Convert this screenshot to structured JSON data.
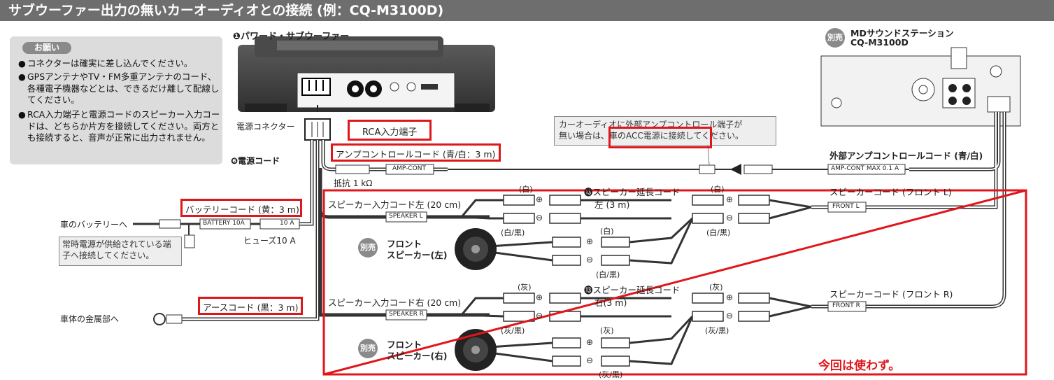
{
  "title": "サブウーファー出力の無いカーオーディオとの接続 (例：CQ-M3100D)",
  "notes": {
    "header": "お願い",
    "items": [
      "コネクターは確実に差し込んでください。",
      "GPSアンテナやTV・FM多重アンテナのコード、各種電子機器などとは、できるだけ離して配線してください。",
      "RCA入力端子と電源コードのスピーカー入力コードは、どちらか片方を接続してください。両方とも接続すると、音声が正常に出力されません。"
    ]
  },
  "labels": {
    "subwoofer": "❶パワード・サブウーファー",
    "power_connector": "電源コネクター",
    "power_cord": "❻電源コード",
    "rca_input": "RCA入力端子",
    "amp_cord": "アンプコントロールコード (青/白：3 m)",
    "amp_cont_tag": "AMP-CONT",
    "resistor": "抵抗 1 kΩ",
    "battery_cord": "バッテリーコード (黄：3 m)",
    "battery_tag": "BATTERY 10A",
    "fuse_tag": "10 A",
    "fuse": "ヒューズ10 A",
    "to_battery": "車のバッテリーへ",
    "battery_note": "常時電源が供給されている端子へ接続してください。",
    "earth_cord": "アースコード (黒：3 m)",
    "to_chassis": "車体の金属部へ",
    "md_badge": "別売",
    "md_name": "MDサウンドステーション",
    "md_model": "CQ-M3100D",
    "acc_note_1": "カーオーディオに外部アンプコントロール端子が",
    "acc_note_2a": "無い場合は、",
    "acc_note_2b": "車のACC電源に接続してください。",
    "ext_amp_cord": "外部アンプコントロールコード (青/白)",
    "ext_amp_tag": "AMP-CONT MAX 0.1 A",
    "spk_in_left": "スピーカー入力コード左 (20 cm)",
    "spk_left_tag": "SPEAKER L",
    "spk_in_right": "スピーカー入力コード右 (20 cm)",
    "spk_right_tag": "SPEAKER R",
    "ext_left": "⓭スピーカー延長コード",
    "ext_left_len": "左 (3 m)",
    "ext_right": "⓭スピーカー延長コード",
    "ext_right_len": "右(3 m)",
    "spk_front_l": "スピーカーコード (フロント L)",
    "spk_front_l_tag": "FRONT L",
    "spk_front_r": "スピーカーコード (フロント R)",
    "spk_front_r_tag": "FRONT R",
    "front_left_a": "フロント",
    "front_left_b": "スピーカー(左)",
    "front_right_a": "フロント",
    "front_right_b": "スピーカー(右)",
    "optional": "別売",
    "white": "(白)",
    "white_black": "(白/黒)",
    "gray": "(灰)",
    "gray_black": "(灰/黒)",
    "plus": "⊕",
    "minus": "⊖",
    "unused_note": "今回は使わず。"
  },
  "colors": {
    "highlight_red": "#e0161b",
    "title_bg": "#6e6e6e",
    "note_bg": "#dcdcdc"
  }
}
